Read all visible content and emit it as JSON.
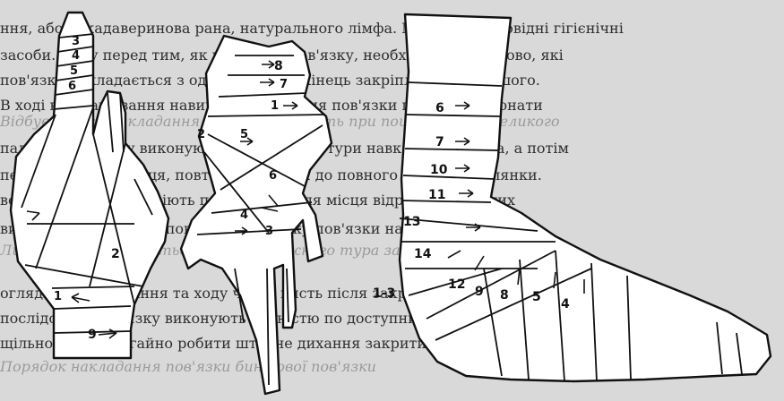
{
  "background_text": [
    "ння, або ж кадаверинова рана, натурального лімфа. Мерні та відповідні гігієнічні",
    "засоби. Тому перед тим, як починати пов'язку, необхідно обов'язково, які",
    "пов'язка накладається з одного боку, а кінець закріплюється з іншого.",
    "В ході відпрацювання навичок накладання пов'язки пов'язки виконати",
    "Відбувається накладання пов'язки на кисть при пошкодженні великого",
    "пальця. Спочатку виконують закріплюючі тури навколо зап'ястка, а потім",
    "переходять до пальця, повторюючи ходи до повного покриття ділянки.",
    "великими мітк. Мокріють пов'язкою після місця відрізання перших",
    "вих приставаних в відповідному порядку пов'язки накладанні.",
    "Лиця Кисти ставляться в кільце кожного тура закріплення",
    "оглядіть пов'язування та ходу через кисть після закріплення, обов'язково",
    "послідовно. Пов'язку виконують повністю по доступних бинтах щільно",
    "щільно. Треба негайно робити штучне дихання закритий масаж серця",
    "Порядок накладання пов'язки бинтової пов'язки"
  ],
  "figures": {
    "hand_thumb": {
      "labels": [
        "3",
        "4",
        "5",
        "6",
        "2",
        "1",
        "9"
      ]
    },
    "hand_palm": {
      "labels": [
        "8",
        "7",
        "1",
        "2",
        "5",
        "6",
        "4",
        "3"
      ]
    },
    "foot": {
      "labels": [
        "6",
        "7",
        "10",
        "11",
        "13",
        "14",
        "1-3",
        "12",
        "9",
        "8",
        "5",
        "4"
      ]
    }
  }
}
